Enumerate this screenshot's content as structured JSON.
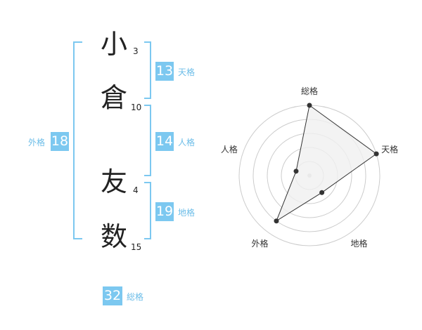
{
  "name": {
    "chars": [
      {
        "char": "小",
        "strokes": "3"
      },
      {
        "char": "倉",
        "strokes": "10"
      },
      {
        "char": "友",
        "strokes": "4"
      },
      {
        "char": "数",
        "strokes": "15"
      }
    ]
  },
  "fortune": {
    "tenkaku": {
      "value": "13",
      "label": "天格"
    },
    "jinkaku": {
      "value": "14",
      "label": "人格"
    },
    "chikaku": {
      "value": "19",
      "label": "地格"
    },
    "gaikaku": {
      "value": "18",
      "label": "外格"
    },
    "soukaku": {
      "value": "32",
      "label": "総格"
    }
  },
  "chart_data": {
    "type": "radar",
    "axes": [
      "総格",
      "天格",
      "地格",
      "外格",
      "人格"
    ],
    "values": [
      5,
      5,
      1.5,
      4,
      1
    ],
    "max": 5,
    "rings": 5,
    "colors": {
      "fill": "#f0f0f0",
      "stroke": "#333333",
      "ring": "#cccccc",
      "dot": "#333333"
    }
  }
}
